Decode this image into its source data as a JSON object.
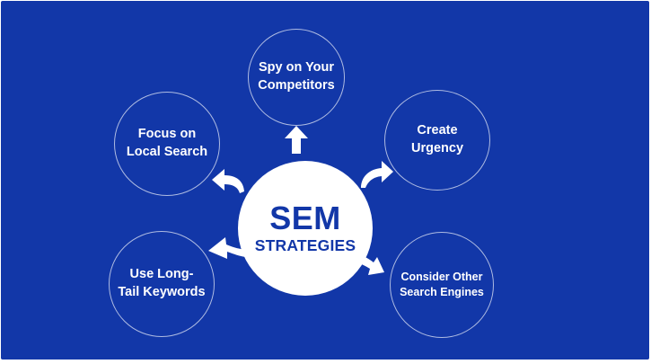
{
  "colors": {
    "background": "#1237a8",
    "center_fill": "#ffffff",
    "center_text": "#1237a8",
    "node_border": "#aebbe2",
    "node_text": "#ffffff",
    "arrow_fill": "#ffffff"
  },
  "center": {
    "title": "SEM",
    "subtitle": "STRATEGIES"
  },
  "nodes": {
    "spy": {
      "line1": "Spy on Your",
      "line2": "Competitors"
    },
    "urgency": {
      "line1": "Create",
      "line2": "Urgency"
    },
    "local": {
      "line1": "Focus on",
      "line2": "Local Search"
    },
    "longtail": {
      "line1": "Use Long-",
      "line2": "Tail Keywords"
    },
    "engines": {
      "line1": "Consider Other",
      "line2": "Search Engines"
    }
  },
  "icons": [
    "curved-arrow-icon"
  ]
}
